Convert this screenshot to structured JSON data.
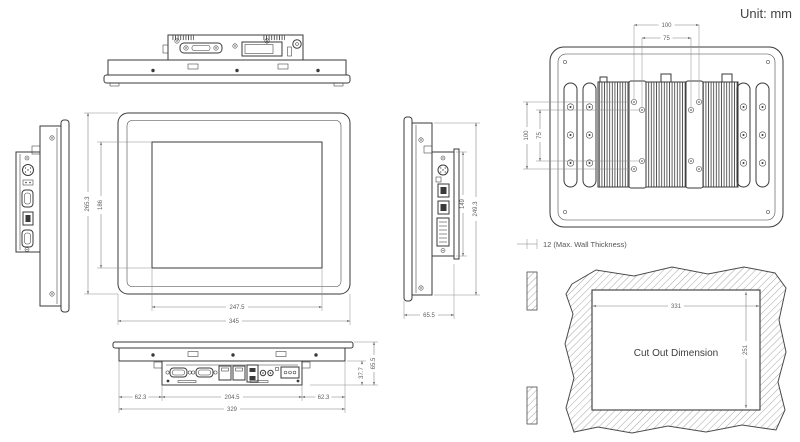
{
  "unit_label": "Unit: mm",
  "views": {
    "front_view": {
      "overall_width": "345",
      "overall_height": "265.3",
      "display_width": "247.5",
      "display_height": "186"
    },
    "right_side_view": {
      "module_height": "149",
      "chassis_height": "249.3",
      "depth": "65.5"
    },
    "bottom_view": {
      "left_gap": "62.3",
      "module_width": "204.5",
      "right_gap": "62.3",
      "chassis_width": "329",
      "module_depth": "37.7",
      "overall_depth": "65.5"
    },
    "rear_view": {
      "vesa_width_outer": "100",
      "vesa_width_inner": "75",
      "vesa_height_outer": "100",
      "vesa_height_inner": "75"
    },
    "cutout_view": {
      "wall_thickness_label": "12 (Max. Wall Thickness)",
      "title": "Cut Out Dimension",
      "cutout_width": "331",
      "cutout_height": "251"
    }
  },
  "colors": {
    "object_line": "#3a3a3a",
    "dimension_line": "#7a7a7a",
    "text": "#606060"
  }
}
